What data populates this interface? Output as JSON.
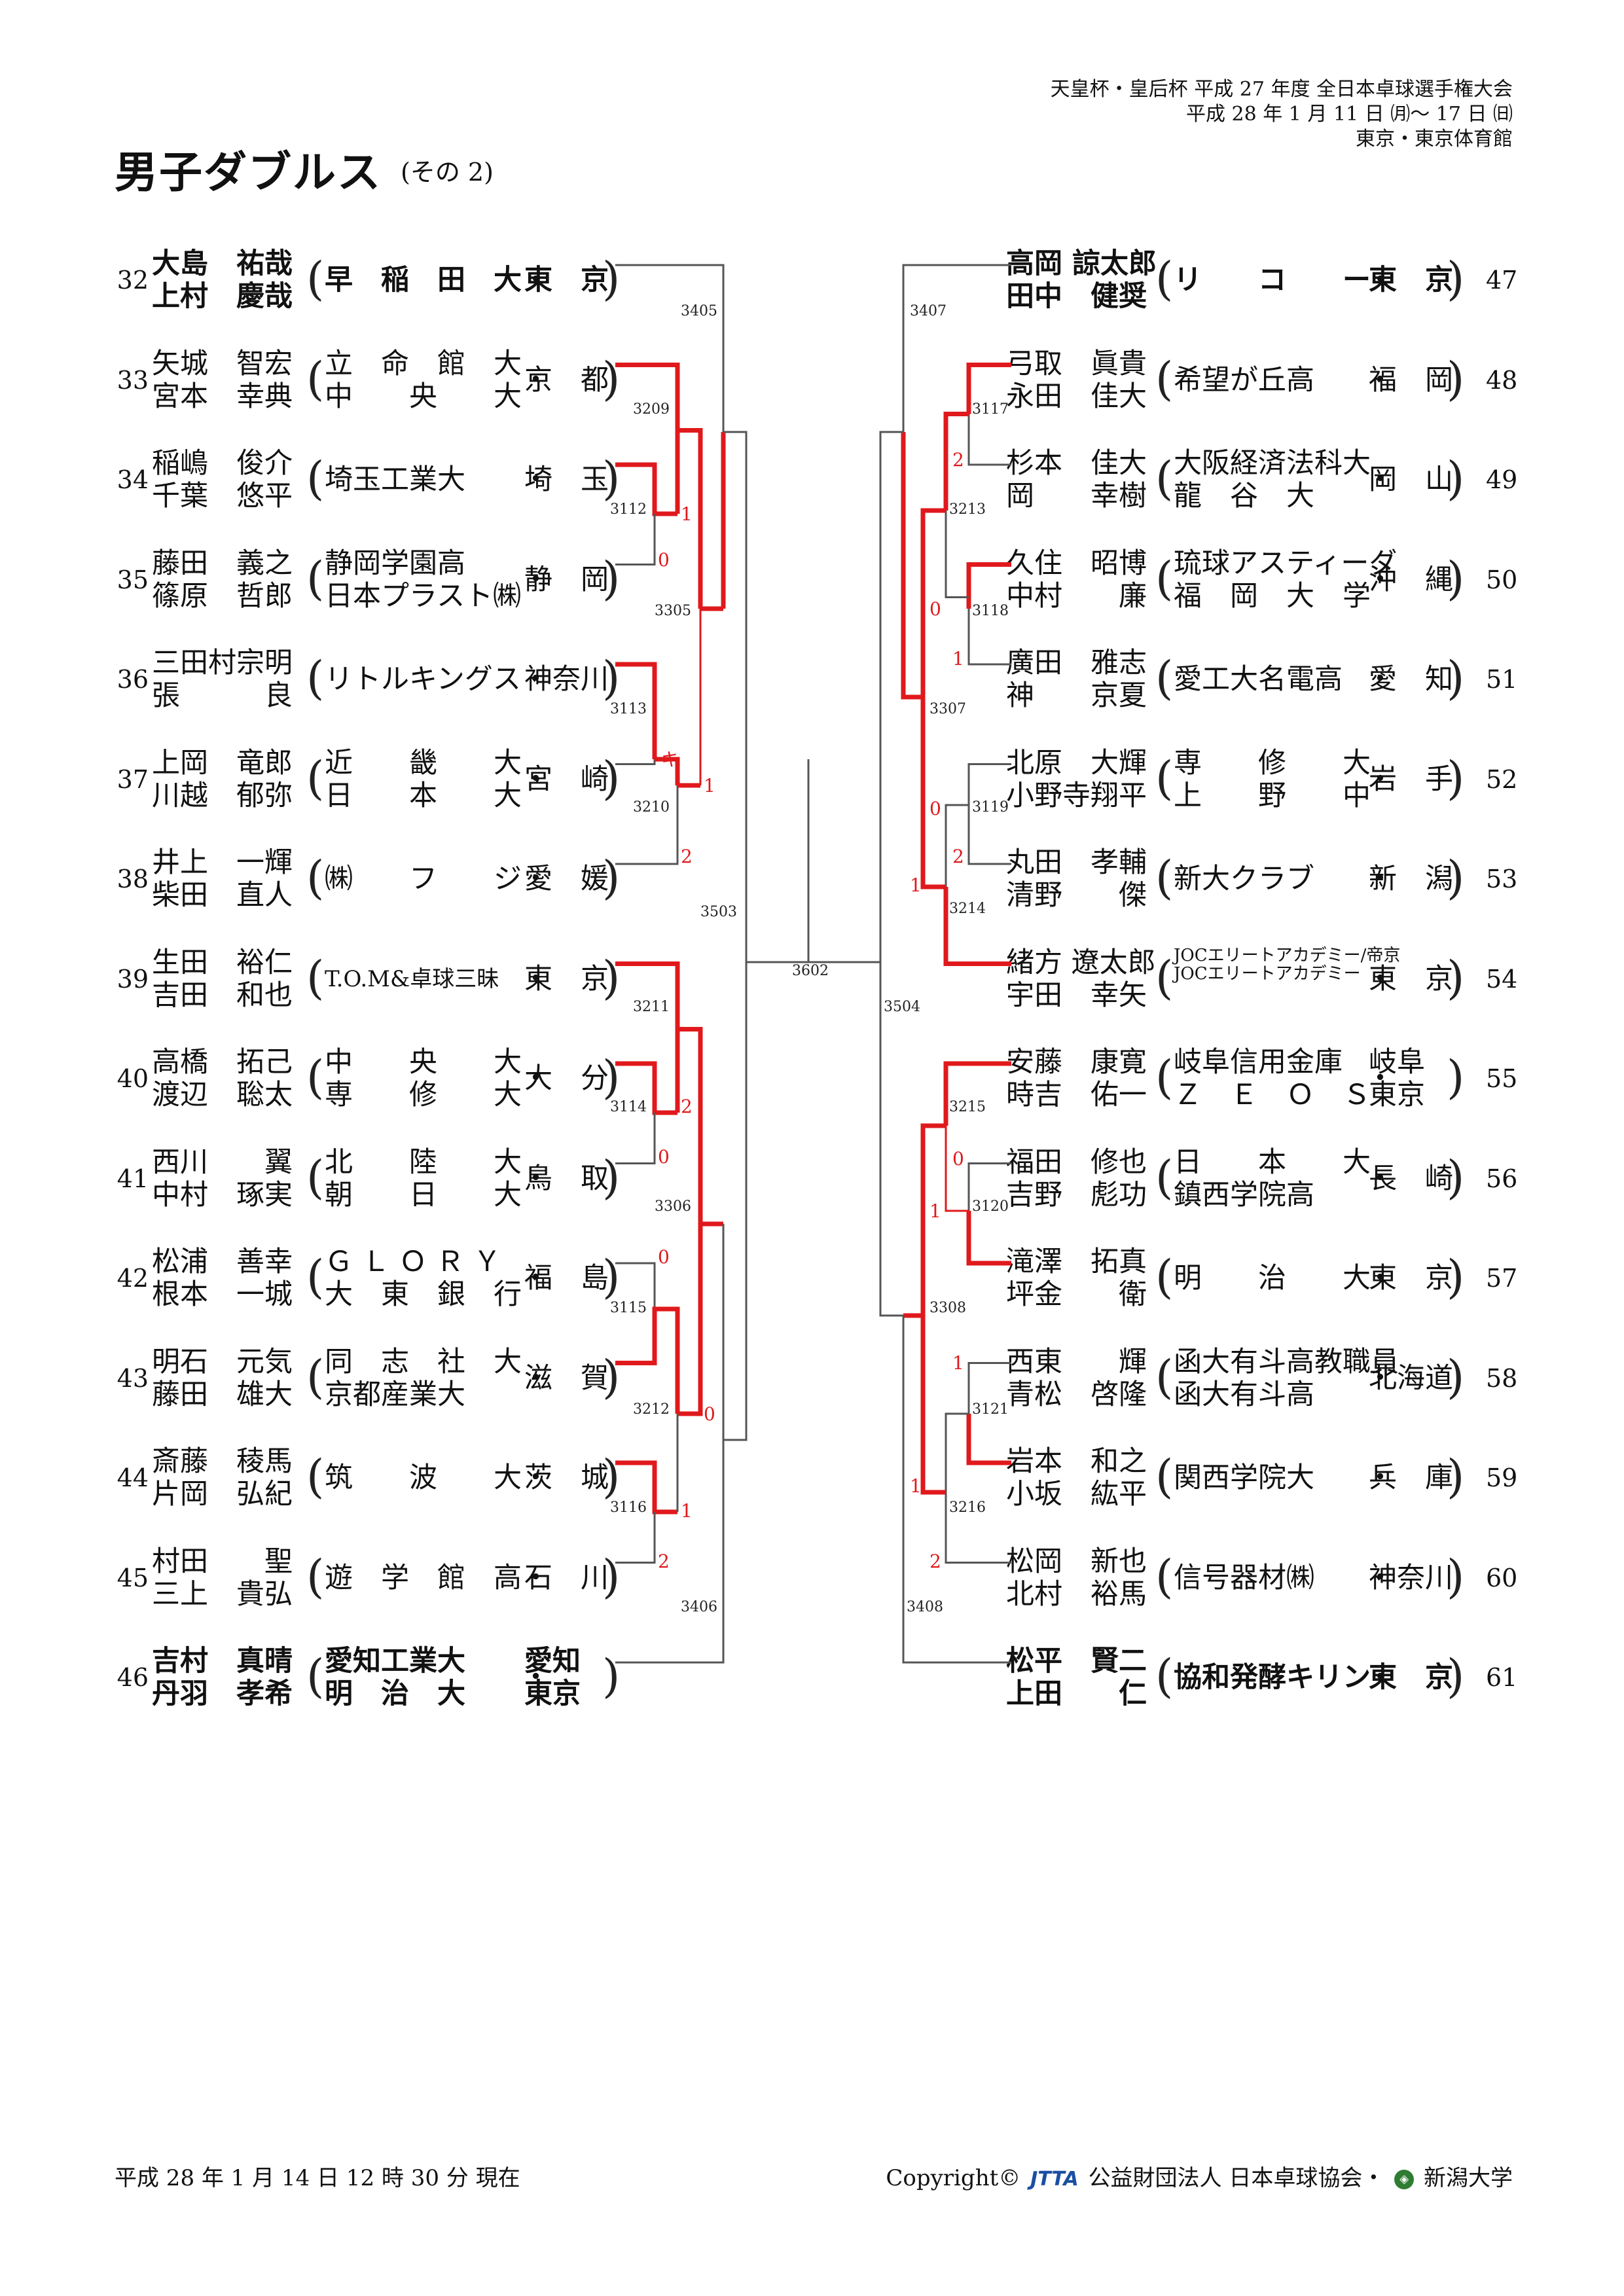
{
  "header": {
    "line1": "天皇杯・皇后杯 平成 27 年度 全日本卓球選手権大会",
    "line2": "平成 28 年 1 月 11 日 ㈪〜 17 日 ㈰",
    "line3": "東京・東京体育館"
  },
  "title": "男子ダブルス",
  "subtitle": "(その 2)",
  "left": [
    {
      "num": "32",
      "p1": "大島　祐哉",
      "p2": "上村　慶哉",
      "aff1": "早　稲　田　大",
      "aff2": "",
      "pref": "東　京",
      "seed": true
    },
    {
      "num": "33",
      "p1": "矢城　智宏",
      "p2": "宮本　幸典",
      "aff1": "立　命　館　大",
      "aff2": "中　　央　　大",
      "pref": "京　都"
    },
    {
      "num": "34",
      "p1": "稲嶋　俊介",
      "p2": "千葉　悠平",
      "aff1": "埼玉工業大",
      "aff2": "",
      "pref": "埼　玉"
    },
    {
      "num": "35",
      "p1": "藤田　義之",
      "p2": "篠原　哲郎",
      "aff1": "静岡学園高",
      "aff2": "日本プラスト㈱",
      "pref": "静　岡"
    },
    {
      "num": "36",
      "p1": "三田村宗明",
      "p2": "張　　　良",
      "aff1": "リトルキングス",
      "aff2": "",
      "pref": "神奈川"
    },
    {
      "num": "37",
      "p1": "上岡　竜郎",
      "p2": "川越　郁弥",
      "aff1": "近　　畿　　大",
      "aff2": "日　　本　　大",
      "pref": "宮　崎"
    },
    {
      "num": "38",
      "p1": "井上　一輝",
      "p2": "柴田　直人",
      "aff1": "㈱　　フ　　ジ",
      "aff2": "",
      "pref": "愛　媛"
    },
    {
      "num": "39",
      "p1": "生田　裕仁",
      "p2": "吉田　和也",
      "aff1": "T.O.M&卓球三昧",
      "aff2": "",
      "pref": "東　京"
    },
    {
      "num": "40",
      "p1": "高橋　拓己",
      "p2": "渡辺　聡太",
      "aff1": "中　　央　　大",
      "aff2": "専　　修　　大",
      "pref": "大　分"
    },
    {
      "num": "41",
      "p1": "西川　　翼",
      "p2": "中村　琢実",
      "aff1": "北　　陸　　大",
      "aff2": "朝　　日　　大",
      "pref": "鳥　取"
    },
    {
      "num": "42",
      "p1": "松浦　善幸",
      "p2": "根本　一城",
      "aff1": "Ｇ Ｌ Ｏ Ｒ Ｙ",
      "aff2": "大　東　銀　行",
      "pref": "福　島"
    },
    {
      "num": "43",
      "p1": "明石　元気",
      "p2": "藤田　雄大",
      "aff1": "同　志　社　大",
      "aff2": "京都産業大",
      "pref": "滋　賀"
    },
    {
      "num": "44",
      "p1": "斎藤　稜馬",
      "p2": "片岡　弘紀",
      "aff1": "筑　　波　　大",
      "aff2": "",
      "pref": "茨　城"
    },
    {
      "num": "45",
      "p1": "村田　　聖",
      "p2": "三上　貴弘",
      "aff1": "遊　学　館　高",
      "aff2": "",
      "pref": "石　川"
    },
    {
      "num": "46",
      "p1": "吉村　真晴",
      "p2": "丹羽　孝希",
      "aff1": "愛知工業大",
      "aff2": "明　治　大",
      "pref": "愛知",
      "pref2": "東京",
      "seed": true
    }
  ],
  "right": [
    {
      "num": "47",
      "p1": "高岡 諒太郎",
      "p2": "田中　健奨",
      "aff1": "リ　　コ　　ー",
      "aff2": "",
      "pref": "東　京",
      "seed": true
    },
    {
      "num": "48",
      "p1": "弓取　眞貴",
      "p2": "永田　佳大",
      "aff1": "希望が丘高",
      "aff2": "",
      "pref": "福　岡"
    },
    {
      "num": "49",
      "p1": "杉本　佳大",
      "p2": "岡　　幸樹",
      "aff1": "大阪経済法科大",
      "aff2": "龍　谷　大",
      "pref": "岡　山"
    },
    {
      "num": "50",
      "p1": "久住　昭博",
      "p2": "中村　　廉",
      "aff1": "琉球アスティーダ",
      "aff2": "福　岡　大　学",
      "pref": "沖　縄"
    },
    {
      "num": "51",
      "p1": "廣田　雅志",
      "p2": "神　　京夏",
      "aff1": "愛工大名電高",
      "aff2": "",
      "pref": "愛　知"
    },
    {
      "num": "52",
      "p1": "北原　大輝",
      "p2": "小野寺翔平",
      "aff1": "専　　修　　大",
      "aff2": "上　　野　　中",
      "pref": "岩　手"
    },
    {
      "num": "53",
      "p1": "丸田　孝輔",
      "p2": "清野　　傑",
      "aff1": "新大クラブ",
      "aff2": "",
      "pref": "新　潟"
    },
    {
      "num": "54",
      "p1": "緒方 遼太郎",
      "p2": "宇田　幸矢",
      "aff1": "JOCエリートアカデミー/帝京",
      "aff2": "JOCエリートアカデミー",
      "pref": "東　京"
    },
    {
      "num": "55",
      "p1": "安藤　康寛",
      "p2": "時吉　佑一",
      "aff1": "岐阜信用金庫",
      "aff2": "Ｚ　Ｅ　Ｏ　Ｓ",
      "pref": "岐阜",
      "pref2": "東京"
    },
    {
      "num": "56",
      "p1": "福田　修也",
      "p2": "吉野　彪功",
      "aff1": "日　　本　　大",
      "aff2": "鎮西学院高",
      "pref": "長　崎"
    },
    {
      "num": "57",
      "p1": "滝澤　拓真",
      "p2": "坪金　　衛",
      "aff1": "明　　治　　大",
      "aff2": "",
      "pref": "東　京"
    },
    {
      "num": "58",
      "p1": "西東　　輝",
      "p2": "青松　啓隆",
      "aff1": "函大有斗高教職員",
      "aff2": "函大有斗高",
      "pref": "北海道"
    },
    {
      "num": "59",
      "p1": "岩本　和之",
      "p2": "小坂　紘平",
      "aff1": "関西学院大",
      "aff2": "",
      "pref": "兵　庫"
    },
    {
      "num": "60",
      "p1": "松岡　新也",
      "p2": "北村　裕馬",
      "aff1": "信号器材㈱",
      "aff2": "",
      "pref": "神奈川"
    },
    {
      "num": "61",
      "p1": "松平　賢二",
      "p2": "上田　　仁",
      "aff1": "協和発酵キリン",
      "aff2": "",
      "pref": "東　京",
      "seed": true
    }
  ],
  "matches": {
    "m3405": "3405",
    "m3209": "3209",
    "m3112": "3112",
    "m3305": "3305",
    "m3113": "3113",
    "m3210": "3210",
    "m3503": "3503",
    "m3211": "3211",
    "m3114": "3114",
    "m3306": "3306",
    "m3115": "3115",
    "m3212": "3212",
    "m3116": "3116",
    "m3406": "3406",
    "m3602": "3602",
    "m3407": "3407",
    "m3117": "3117",
    "m3213": "3213",
    "m3118": "3118",
    "m3307": "3307",
    "m3119": "3119",
    "m3214": "3214",
    "m3504": "3504",
    "m3215": "3215",
    "m3120": "3120",
    "m3308": "3308",
    "m3121": "3121",
    "m3216": "3216",
    "m3408": "3408"
  },
  "scores": {
    "s3112a": "1",
    "s3112b": "0",
    "s3113a": "キ",
    "s3210a": "1",
    "s3210b": "2",
    "s3114a": "2",
    "s3114b": "0",
    "s3115a": "0",
    "s3212a": "0",
    "s3116a": "1",
    "s3116b": "2",
    "s3117a": "2",
    "s3213a": "0",
    "s3118a": "1",
    "s3119a": "0",
    "s3119b": "2",
    "s3214a": "1",
    "s3120a": "0",
    "s3120b": "1",
    "s3121a": "1",
    "s3308a": "1",
    "s3216a": "2"
  },
  "colors": {
    "win": "#e0191c",
    "line": "#555555",
    "score": "#e0191c"
  },
  "footer": {
    "left": "平成 28 年 1 月 14 日 12 時 30 分 現在",
    "copyright": "Copyright©",
    "jtta": "JTTA",
    "org": "公益財団法人 日本卓球協会・",
    "univ": "新潟大学"
  }
}
